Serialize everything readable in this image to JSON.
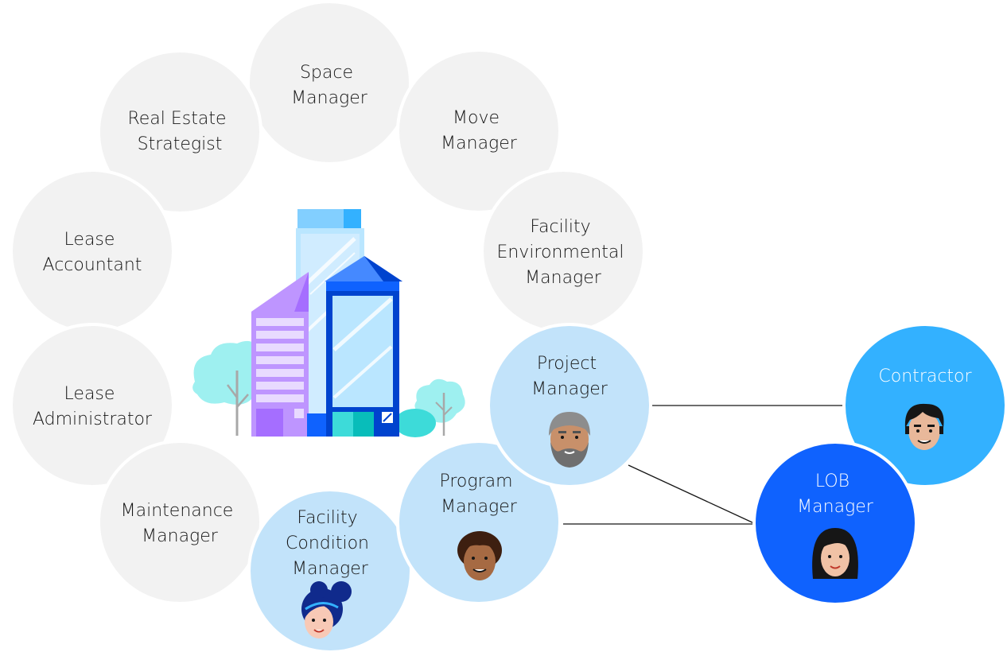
{
  "colors": {
    "inactive_circle": "#f2f2f2",
    "highlight_circle": "#c2e3fa",
    "contractor_circle": "#33b1ff",
    "lob_circle": "#0f62fe",
    "dark_text": "#161616",
    "light_text": "#ffffff",
    "connector_line": "#161616"
  },
  "roles": [
    {
      "key": "space",
      "lines": [
        "Space",
        "Manager"
      ],
      "style": "inactive"
    },
    {
      "key": "real_estate",
      "lines": [
        "Real Estate",
        "Strategist"
      ],
      "style": "inactive"
    },
    {
      "key": "move",
      "lines": [
        "Move",
        "Manager"
      ],
      "style": "inactive"
    },
    {
      "key": "lease_accountant",
      "lines": [
        "Lease",
        "Accountant"
      ],
      "style": "inactive"
    },
    {
      "key": "facility_env",
      "lines": [
        "Facility",
        "Environmental",
        "Manager"
      ],
      "style": "inactive"
    },
    {
      "key": "lease_admin",
      "lines": [
        "Lease",
        "Administrator"
      ],
      "style": "inactive"
    },
    {
      "key": "maintenance",
      "lines": [
        "Maintenance",
        "Manager"
      ],
      "style": "inactive"
    },
    {
      "key": "project",
      "lines": [
        "Project",
        "Manager"
      ],
      "style": "highlight",
      "avatar": "gray-bearded-man-avatar-icon"
    },
    {
      "key": "program",
      "lines": [
        "Program",
        "Manager"
      ],
      "style": "highlight",
      "avatar": "curly-haired-man-avatar-icon"
    },
    {
      "key": "facility_condition",
      "lines": [
        "Facility",
        "Condition",
        "Manager"
      ],
      "style": "highlight",
      "avatar": "woman-with-bun-avatar-icon"
    },
    {
      "key": "contractor",
      "lines": [
        "Contractor"
      ],
      "style": "contractor",
      "avatar": "dark-haired-man-avatar-icon"
    },
    {
      "key": "lob",
      "lines": [
        "LOB",
        "Manager"
      ],
      "style": "lob",
      "avatar": "long-haired-woman-avatar-icon"
    }
  ],
  "connections": [
    {
      "from": "project",
      "to": "contractor"
    },
    {
      "from": "project",
      "to": "lob"
    },
    {
      "from": "program",
      "to": "lob"
    }
  ],
  "illustration": "office-building-icon"
}
